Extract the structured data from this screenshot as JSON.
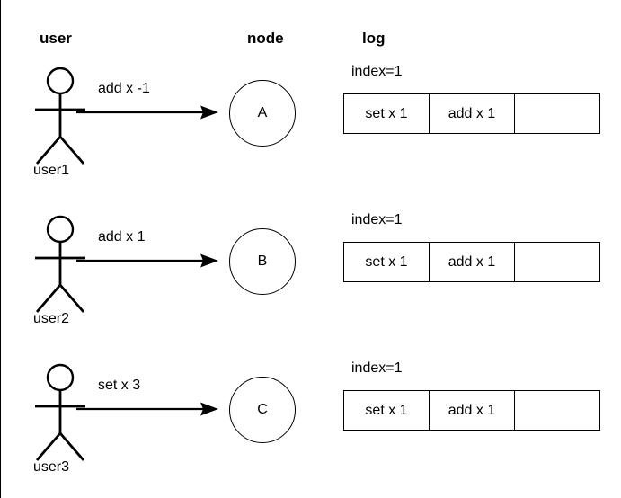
{
  "headers": {
    "user": "user",
    "node": "node",
    "log": "log"
  },
  "rows": [
    {
      "actor_label": "user1",
      "arrow_label": "add x -1",
      "node_label": "A",
      "log_index": "index=1",
      "log_cells": [
        "set x 1",
        "add x 1",
        ""
      ]
    },
    {
      "actor_label": "user2",
      "arrow_label": "add x 1",
      "node_label": "B",
      "log_index": "index=1",
      "log_cells": [
        "set x 1",
        "add x 1",
        ""
      ]
    },
    {
      "actor_label": "user3",
      "arrow_label": "set x 3",
      "node_label": "C",
      "log_index": "index=1",
      "log_cells": [
        "set x 1",
        "add x 1",
        ""
      ]
    }
  ],
  "colors": {
    "stroke": "#000000",
    "background": "#ffffff"
  }
}
